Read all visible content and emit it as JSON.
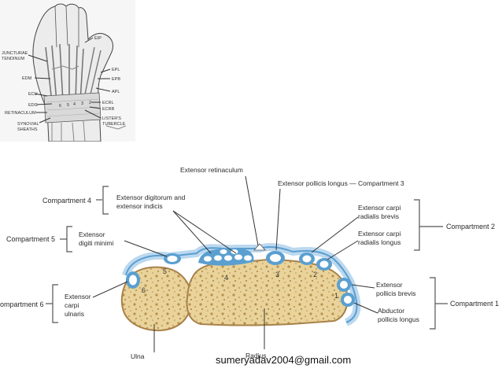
{
  "hand_labels": {
    "eip": "EIP",
    "juncturae": "JUNCTURAE",
    "tendinum": "TENDINUM",
    "epl": "EPL",
    "epb": "EPB",
    "edm": "EDM",
    "apl": "APL",
    "ecu": "ECU",
    "ecrl": "ECRL",
    "edc": "EDC",
    "ecrb": "ECRB",
    "retinaculum": "RETINACULUM",
    "listers": "LISTER'S",
    "tubercle": "TUBERCLE",
    "synovial": "SYNOVIAL",
    "sheaths": "SHEATHS"
  },
  "cross_section": {
    "extensor_retinaculum": "Extensor retinaculum",
    "epl_compartment3": "Extensor pollicis longus — Compartment 3",
    "compartment4": "Compartment 4",
    "ed_indicis_1": "Extensor digitorum and",
    "ed_indicis_2": "extensor indicis",
    "ecrb_1": "Extensor carpi",
    "ecrb_2": "radialis brevis",
    "compartment5": "Compartment 5",
    "edm_1": "Extensor",
    "edm_2": "digiti minimi",
    "compartment2": "Compartment 2",
    "ecrl_1": "Extensor carpi",
    "ecrl_2": "radialis longus",
    "compartment6": "ompartment 6",
    "ecu_1": "Extensor",
    "ecu_2": "carpi",
    "ecu_3": "ulnaris",
    "epb_1": "Extensor",
    "epb_2": "pollicis brevis",
    "compartment1": "Compartment 1",
    "apl_1": "Abductor",
    "apl_2": "pollicis longus",
    "ulna": "Ulna",
    "radius": "Radius",
    "numbers": [
      "1",
      "2",
      "3",
      "4",
      "5",
      "6"
    ]
  },
  "watermark": "sumeryadav2004@gmail.com",
  "colors": {
    "bone": "#e9d39a",
    "bone_dark": "#c9a765",
    "sheath": "#5a9fd0",
    "sheath_light": "#bcd8ef"
  }
}
